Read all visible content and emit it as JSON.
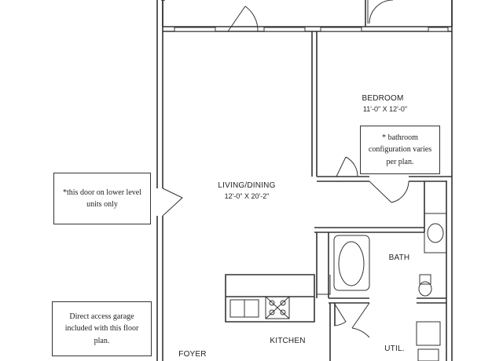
{
  "rooms": {
    "bedroom": {
      "name": "BEDROOM",
      "dims": "11'-0\" X 12'-0\""
    },
    "living": {
      "name": "LIVING/DINING",
      "dims": "12'-0\" X 20'-2\""
    },
    "bath": {
      "name": "BATH"
    },
    "kitchen": {
      "name": "KITCHEN"
    },
    "foyer": {
      "name": "FOYER"
    },
    "util": {
      "name": "UTIL."
    }
  },
  "notes": {
    "bathroom": "* bathroom configuration varies per plan.",
    "door": "*this door on lower level units only",
    "garage": "Direct access garage included with this floor plan."
  }
}
